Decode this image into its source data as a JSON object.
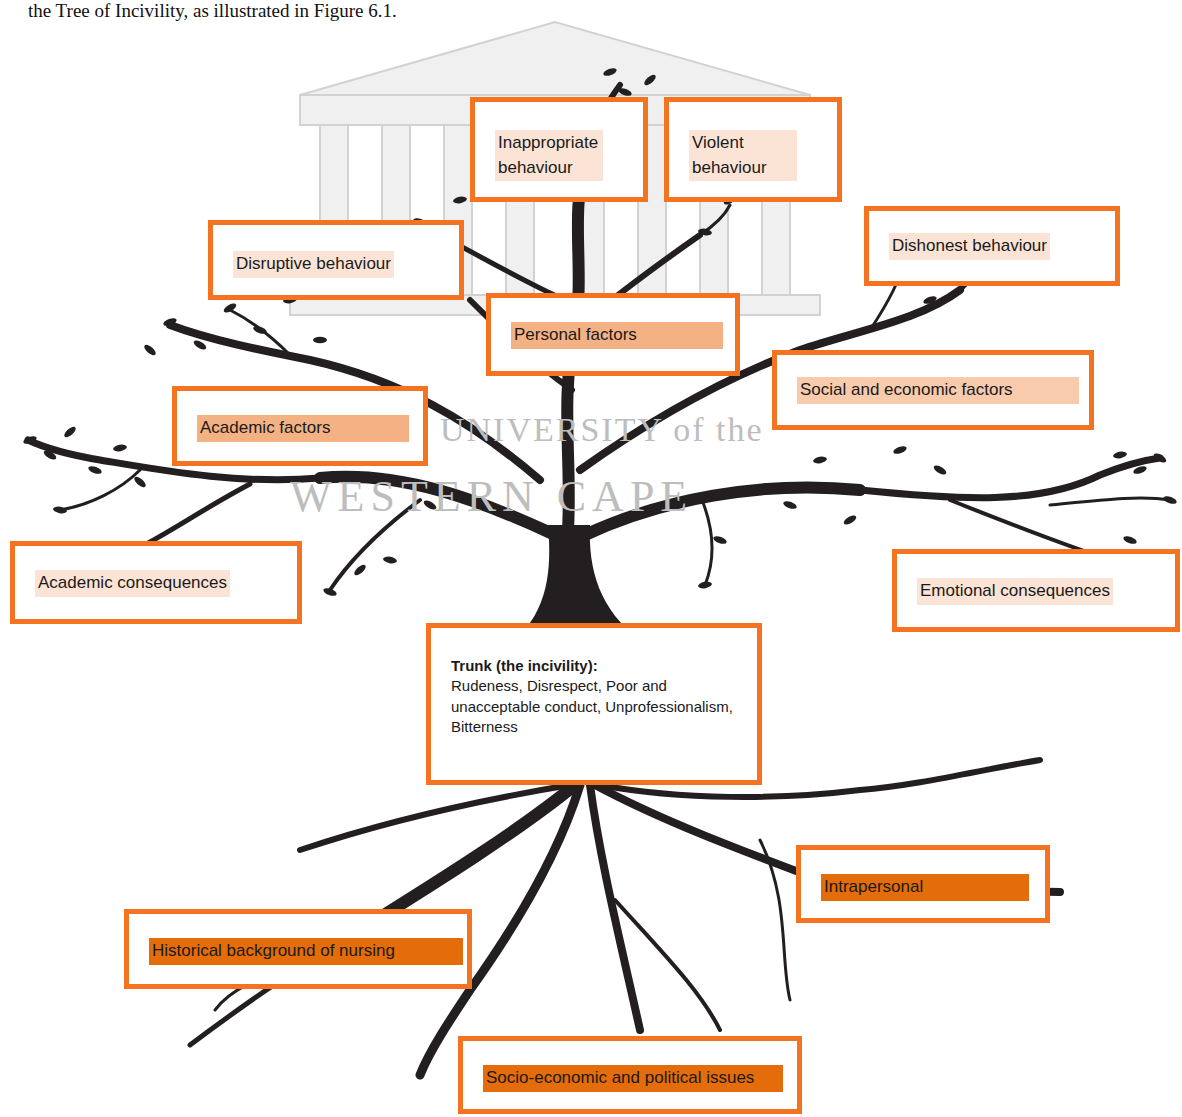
{
  "diagram": {
    "nodes": [
      {
        "text": [
          "Inappropriate behaviour"
        ]
      },
      {
        "text": [
          "Violent behaviour"
        ]
      },
      {
        "text": [
          "Disruptive behaviour"
        ]
      },
      {
        "text": [
          "Dishonest behaviour"
        ]
      },
      {
        "text": [
          "Personal factors"
        ]
      },
      {
        "text": [
          "Social and economic factors"
        ]
      },
      {
        "text": [
          "Academic factors"
        ]
      },
      {
        "text": [
          "Academic consequences"
        ]
      },
      {
        "text": [
          "Emotional consequences"
        ]
      },
      {
        "text": [
          "Trunk (the incivility):",
          "Rudeness, Disrespect, Poor and unacceptable conduct, Unprofessionalism, Bitterness"
        ]
      },
      {
        "text": [
          "Intrapersonal"
        ]
      },
      {
        "text": [
          "Historical background of nursing"
        ]
      },
      {
        "text": [
          "Socio-economic and political issues"
        ]
      }
    ],
    "edges": [],
    "labels": [
      "the Tree of Incivility, as illustrated in Figure 6.1.",
      "UNIVERSITY of the",
      "WESTERN CAPE"
    ]
  }
}
